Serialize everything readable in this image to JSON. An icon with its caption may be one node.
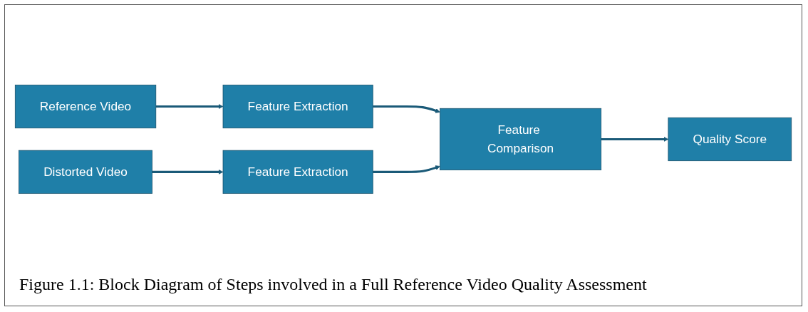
{
  "diagram": {
    "caption": "Figure 1.1: Block Diagram of Steps involved in a Full Reference Video Quality Assessment",
    "nodes": [
      {
        "text": [
          "Reference Video"
        ]
      },
      {
        "text": [
          "Feature Extraction"
        ]
      },
      {
        "text": [
          "Distorted Video"
        ]
      },
      {
        "text": [
          "Feature Extraction"
        ]
      },
      {
        "text": [
          "Feature Comparison"
        ]
      },
      {
        "text": [
          "Quality Score"
        ]
      }
    ],
    "edges": [
      {
        "from": 0,
        "to": 1,
        "arrow": "to"
      },
      {
        "from": 1,
        "to": 4,
        "arrow": "to"
      },
      {
        "from": 2,
        "to": 3,
        "arrow": "to"
      },
      {
        "from": 3,
        "to": 4,
        "arrow": "to"
      },
      {
        "from": 4,
        "to": 5,
        "arrow": "to"
      }
    ]
  }
}
